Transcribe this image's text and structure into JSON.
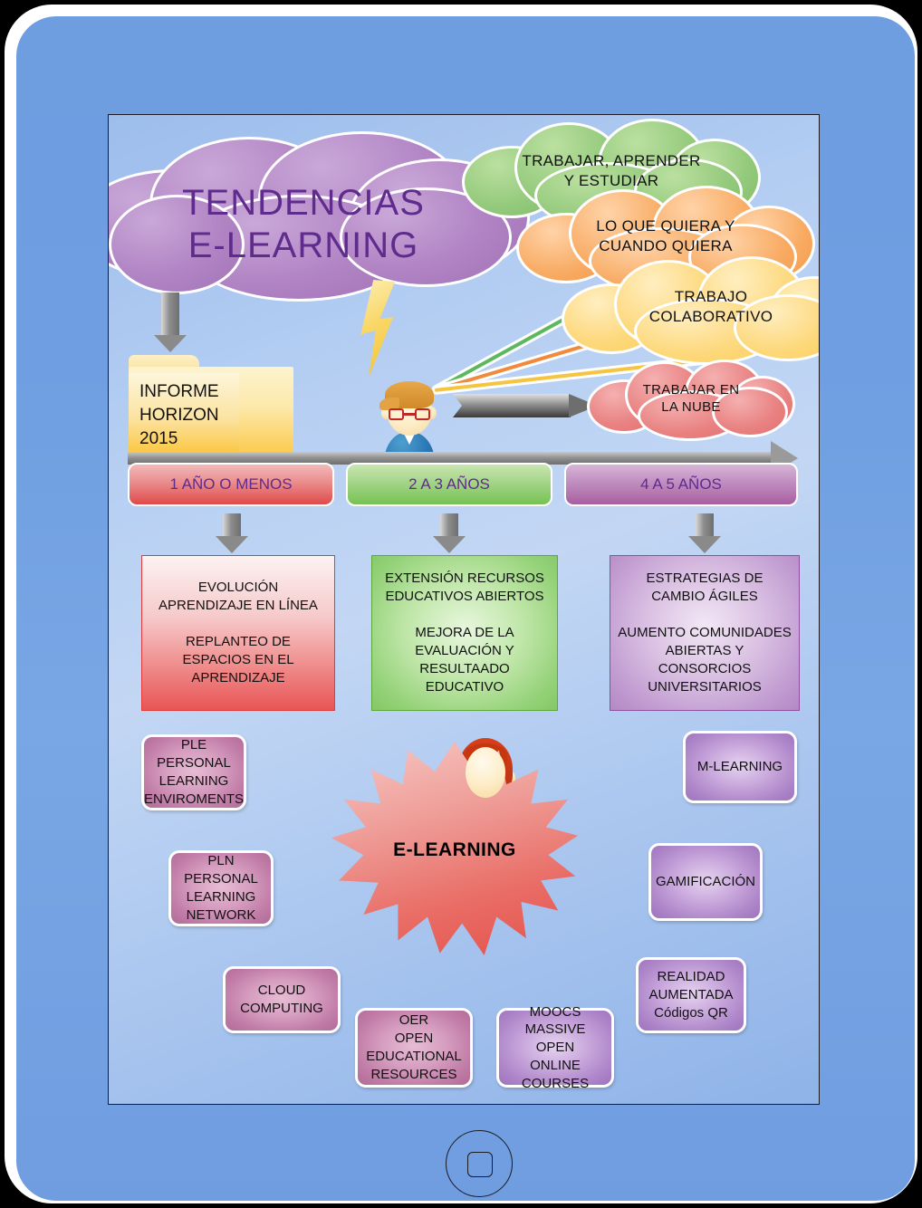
{
  "device": {
    "frame_name": "tablet-frame",
    "home_button": "home-button",
    "bezel_color": "#ffffff",
    "screen_background": "#6f9fe2"
  },
  "title_cloud": {
    "line1": "TENDENCIAS",
    "line2": "E-LEARNING",
    "text_color": "#5f2b8c",
    "fill": "#b184c4"
  },
  "idea_clouds": [
    {
      "name": "green",
      "text": "TRABAJAR, APRENDER\nY ESTUDIAR",
      "fill": "#93c97b",
      "ray_color": "#5cb85c"
    },
    {
      "name": "orange",
      "text": "LO QUE QUIERA Y\nCUANDO QUIERA",
      "fill": "#f8ab63",
      "ray_color": "#f08a3c"
    },
    {
      "name": "yellow",
      "text": "TRABAJO\nCOLABORATIVO",
      "fill": "#fdd87a",
      "ray_color": "#f5c542"
    }
  ],
  "cloud_red": {
    "text": "TRABAJAR EN\nLA NUBE",
    "fill": "#e98282"
  },
  "folder": {
    "line1": "INFORME",
    "line2": "HORIZON",
    "line3": "2015",
    "fill": "#fbc63f"
  },
  "timeline": {
    "arrow_name": "timeline-arrow",
    "phases": [
      {
        "label": "1 AÑO O MENOS",
        "color": "#e04a4a"
      },
      {
        "label": "2 A 3 AÑOS",
        "color": "#77c255"
      },
      {
        "label": "4 A 5 AÑOS",
        "color": "#a85ea0"
      }
    ],
    "content": [
      {
        "lines": "EVOLUCIÓN\nAPRENDIZAJE EN LÍNEA\n\nREPLANTEO DE\nESPACIOS EN EL\nAPRENDIZAJE",
        "border": "#e03a3a"
      },
      {
        "lines": "EXTENSIÓN RECURSOS\nEDUCATIVOS ABIERTOS\n\nMEJORA DE LA\nEVALUACIÓN Y\nRESULTAADO\nEDUCATIVO",
        "border": "#5da83a"
      },
      {
        "lines": "ESTRATEGIAS DE\nCAMBIO ÁGILES\n\nAUMENTO COMUNIDADES\nABIERTAS Y\nCONSORCIOS\nUNIVERSITARIOS",
        "border": "#8e4fa0"
      }
    ]
  },
  "center_star": {
    "label": "E-LEARNING",
    "fill": "#e96d66"
  },
  "terms": [
    {
      "id": "ple",
      "text": "PLE\nPERSONAL\nLEARNING\nENVIROMENTS",
      "tone": "magenta"
    },
    {
      "id": "pln",
      "text": "PLN\nPERSONAL\nLEARNING\nNETWORK",
      "tone": "magenta"
    },
    {
      "id": "cloud",
      "text": "CLOUD\nCOMPUTING",
      "tone": "magenta"
    },
    {
      "id": "oer",
      "text": "OER\nOPEN\nEDUCATIONAL\nRESOURCES",
      "tone": "magenta"
    },
    {
      "id": "moocs",
      "text": "MOOCS\nMASSIVE OPEN\nONLINE\nCOURSES",
      "tone": "purple"
    },
    {
      "id": "ar",
      "text": "REALIDAD\nAUMENTADA\nCódigos QR",
      "tone": "purple"
    },
    {
      "id": "gam",
      "text": "GAMIFICACIÓN",
      "tone": "purple"
    },
    {
      "id": "ml",
      "text": "M-LEARNING",
      "tone": "purple"
    }
  ],
  "characters": [
    {
      "name": "boy-avatar",
      "detail": "boy with red glasses, orange hair, blue shirt"
    },
    {
      "name": "girl-avatar",
      "detail": "girl with red hair and pink shirt"
    }
  ],
  "icons": {
    "lightning": "lightning-bolt-icon",
    "folder": "folder-icon",
    "home": "home-button-icon"
  }
}
